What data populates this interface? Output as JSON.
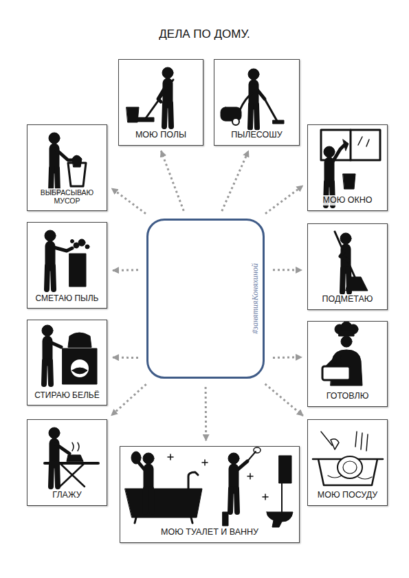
{
  "diagram": {
    "title": "ДЕЛА ПО ДОМУ.",
    "nodes": [
      {
        "text": [
          "МОЮ ПОЛЫ"
        ]
      },
      {
        "text": [
          "ПЫЛЕСОШУ"
        ]
      },
      {
        "text": [
          "ВЫБРАСЫВАЮ МУСОР"
        ]
      },
      {
        "text": [
          "МОЮ ОКНО"
        ]
      },
      {
        "text": [
          "#занятияКоняхиной"
        ]
      },
      {
        "text": [
          "СМЕТАЮ ПЫЛЬ"
        ]
      },
      {
        "text": [
          "ПОДМЕТАЮ"
        ]
      },
      {
        "text": [
          "СТИРАЮ БЕЛЬЁ"
        ]
      },
      {
        "text": [
          "ГОТОВЛЮ"
        ]
      },
      {
        "text": [
          "ГЛАЖУ"
        ]
      },
      {
        "text": [
          "МОЮ ПОСУДУ"
        ]
      },
      {
        "text": [
          "МОЮ ТУАЛЕТ И ВАННУ"
        ]
      }
    ],
    "edges": [
      {
        "from": 4,
        "to": 0,
        "arrow": "to"
      },
      {
        "from": 4,
        "to": 1,
        "arrow": "to"
      },
      {
        "from": 4,
        "to": 2,
        "arrow": "to"
      },
      {
        "from": 4,
        "to": 3,
        "arrow": "to"
      },
      {
        "from": 4,
        "to": 5,
        "arrow": "to"
      },
      {
        "from": 4,
        "to": 6,
        "arrow": "to"
      },
      {
        "from": 4,
        "to": 7,
        "arrow": "to"
      },
      {
        "from": 4,
        "to": 8,
        "arrow": "to"
      },
      {
        "from": 4,
        "to": 9,
        "arrow": "to"
      },
      {
        "from": 4,
        "to": 10,
        "arrow": "to"
      },
      {
        "from": 4,
        "to": 11,
        "arrow": "to"
      }
    ]
  }
}
